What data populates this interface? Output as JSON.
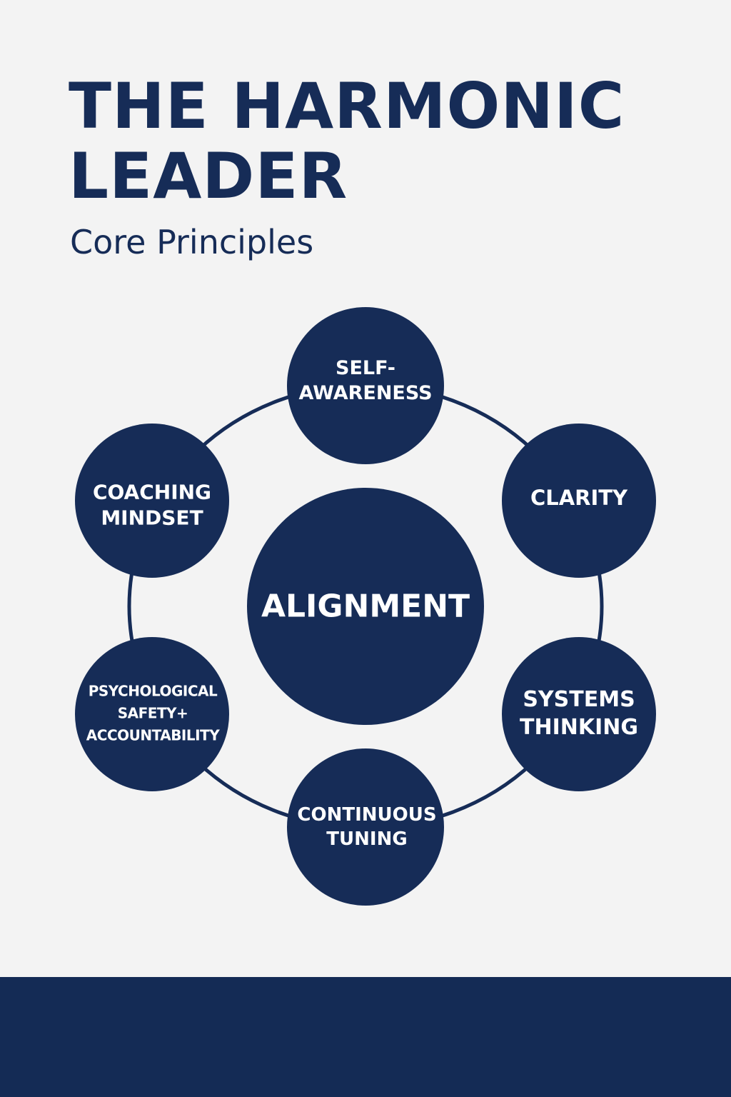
{
  "header": {
    "title_line1": "THE HARMONIC",
    "title_line2": "LEADER",
    "subtitle": "Core Principles"
  },
  "diagram": {
    "center": "ALIGNMENT",
    "nodes": [
      {
        "line1": "SELF-",
        "line2": "AWARENESS"
      },
      {
        "line1": "CLARITY",
        "line2": ""
      },
      {
        "line1": "SYSTEMS",
        "line2": "THINKING"
      },
      {
        "line1": "CONTINUOUS",
        "line2": "TUNING"
      },
      {
        "line1": "PSYCHOLOGICAL",
        "line2": "SAFETY+",
        "line3": "ACCOUNTABILITY"
      },
      {
        "line1": "COACHING",
        "line2": "MINDSET"
      }
    ]
  },
  "colors": {
    "navy": "#162c57",
    "background": "#f3f3f3"
  }
}
